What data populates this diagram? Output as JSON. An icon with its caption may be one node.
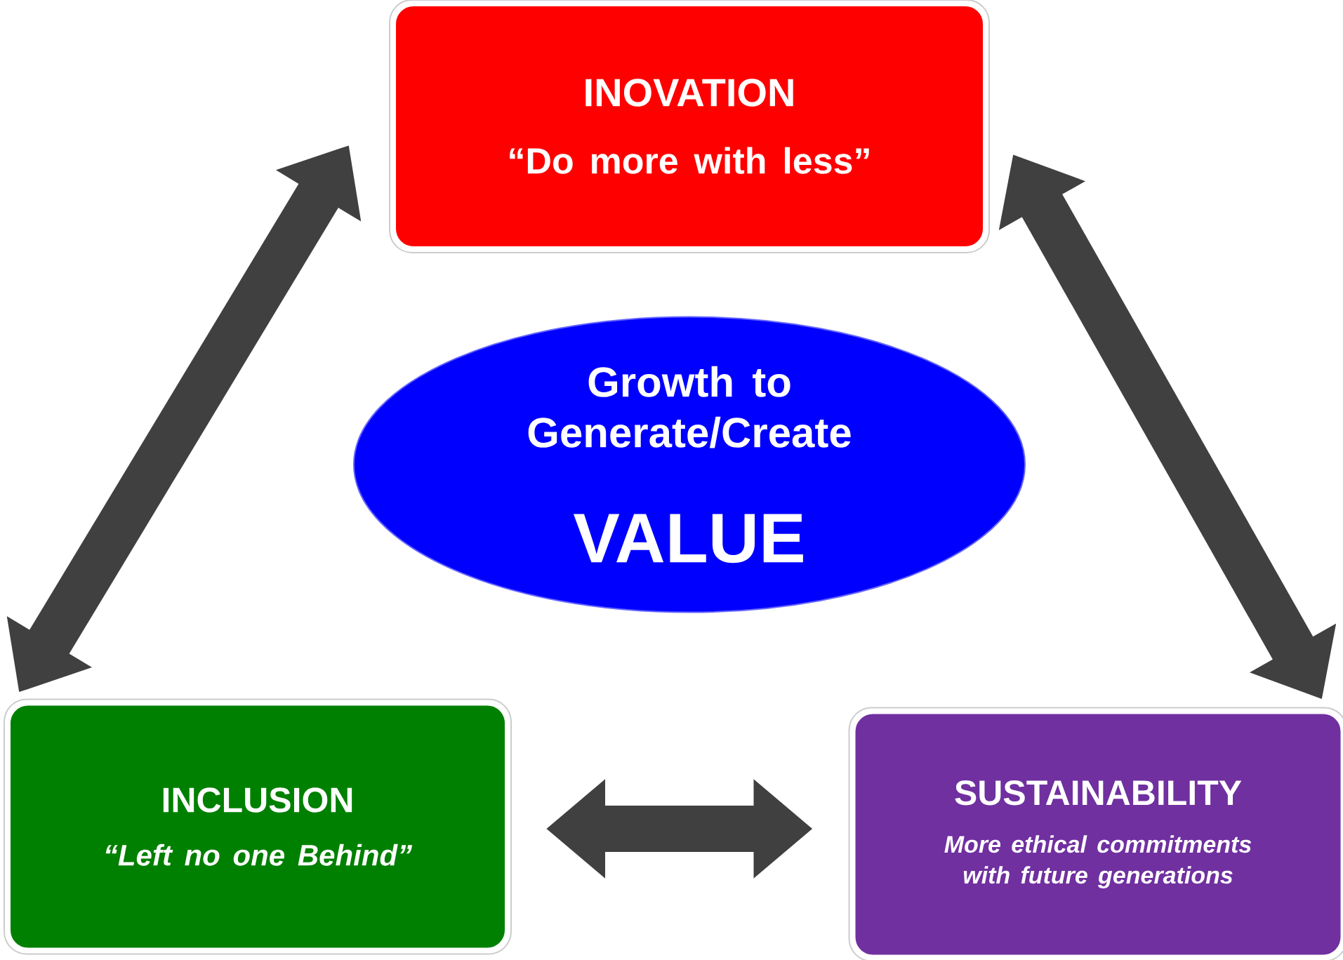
{
  "diagram": {
    "nodes": [
      {
        "text": [
          "INOVATION",
          "“Do more with less”"
        ]
      },
      {
        "text": [
          "Growth to Generate/Create",
          "VALUE"
        ]
      },
      {
        "text": [
          "INCLUSION",
          "“Left no one Behind”"
        ]
      },
      {
        "text": [
          "SUSTAINABILITY",
          "More ethical commitments with future generations"
        ]
      }
    ],
    "edges": [
      {
        "from": 0,
        "to": 2,
        "arrow": "both"
      },
      {
        "from": 0,
        "to": 3,
        "arrow": "both"
      },
      {
        "from": 2,
        "to": 3,
        "arrow": "both"
      }
    ]
  }
}
